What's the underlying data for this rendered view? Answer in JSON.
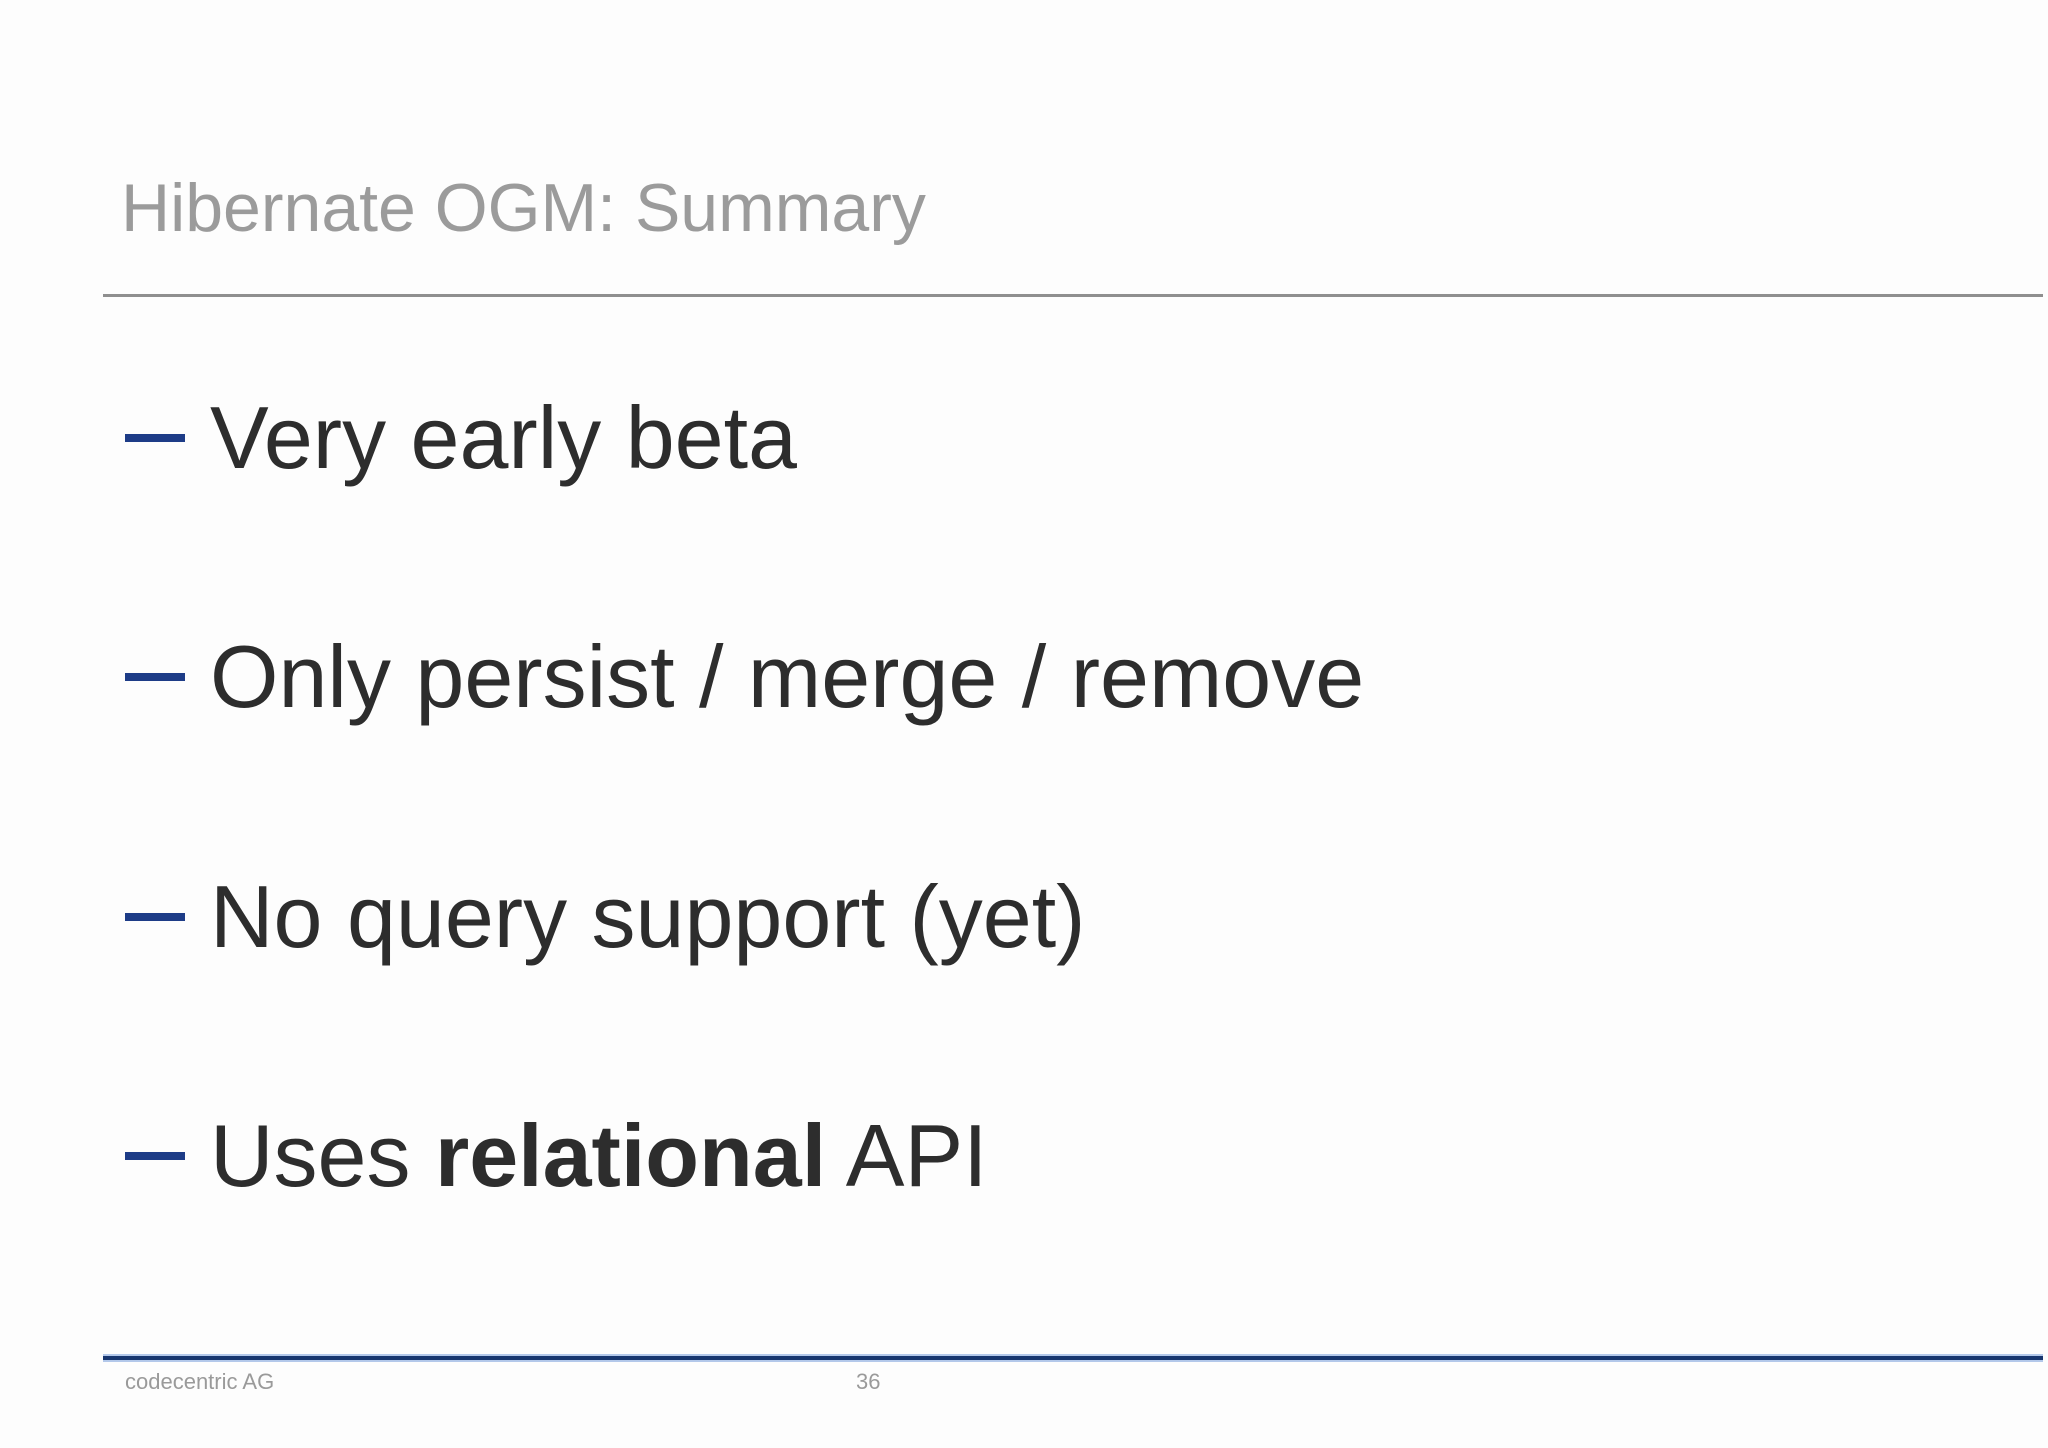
{
  "slide": {
    "title": "Hibernate OGM: Summary",
    "bullets": [
      {
        "pre": "Very early beta",
        "bold": "",
        "post": ""
      },
      {
        "pre": "Only persist / merge / remove",
        "bold": "",
        "post": ""
      },
      {
        "pre": "No query support (yet)",
        "bold": "",
        "post": ""
      },
      {
        "pre": "Uses ",
        "bold": "relational",
        "post": " API"
      }
    ],
    "footer": {
      "company": "codecentric AG",
      "page_number": "36"
    },
    "colors": {
      "accent_blue": "#1d3c87",
      "footer_line_blue": "#17366f",
      "footer_line_halo": "#b3c8ea",
      "title_gray": "#9b9b9b",
      "body_text": "#2d2d2d",
      "rule_gray": "#8f8f8f",
      "footer_text": "#9a9a9a",
      "slide_bg": "#fdfdfd"
    }
  }
}
